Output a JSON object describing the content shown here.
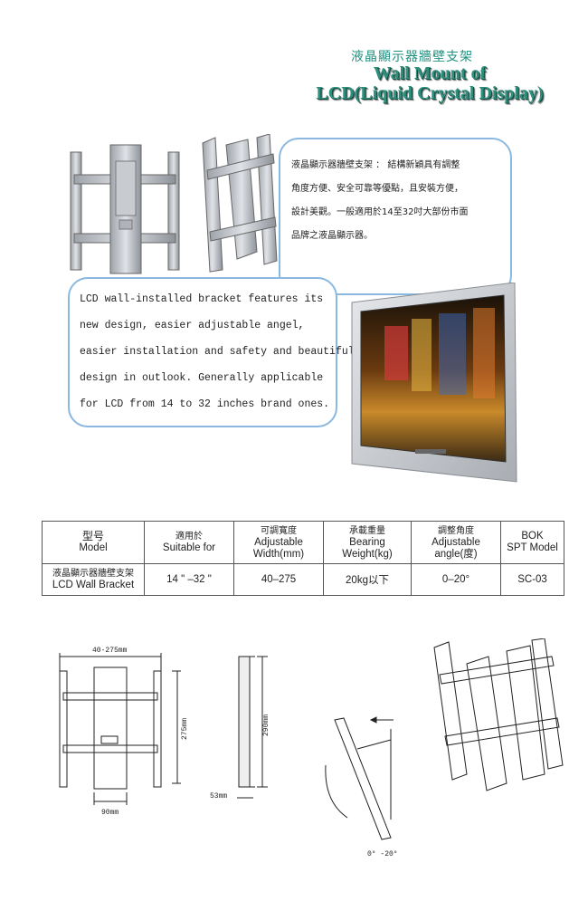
{
  "header": {
    "title_cn": "液晶顯示器牆壁支架",
    "title_en_line1": "Wall Mount of",
    "title_en_line2": "LCD(Liquid Crystal Display)"
  },
  "description_cn": [
    "液晶顯示器牆壁支架 ： 結構新穎具有調整",
    "角度方便、安全可靠等優點，且安裝方便，",
    "設計美觀。一般適用於14至32吋大部份市面",
    "品牌之液晶顯示器。"
  ],
  "description_en": [
    "LCD wall-installed bracket features its",
    "new design, easier adjustable angel,",
    "easier installation and safety and beautiful",
    "design in outlook. Generally applicable",
    "for LCD from 14 to 32 inches brand ones."
  ],
  "table": {
    "headers": [
      {
        "cn": "型号",
        "en": "Model"
      },
      {
        "cn": "適用於",
        "en": "Suitable for"
      },
      {
        "cn": "可調寬度",
        "en1": "Adjustable",
        "en2": "Width(mm)"
      },
      {
        "cn": "承載重量",
        "en1": "Bearing",
        "en2": "Weight(kg)"
      },
      {
        "cn": "調整角度",
        "en1": "Adjustable",
        "en2": "angle(度)"
      },
      {
        "en1": "BOK",
        "en2": "SPT Model"
      }
    ],
    "row": {
      "model_cn": "液晶顯示器牆壁支架",
      "model_en": "LCD Wall Bracket",
      "suitable": "14 \" –32 \"",
      "width": "40–275",
      "weight": "20kg以下",
      "angle": "0–20°",
      "spt": "SC-03"
    }
  },
  "drawings": {
    "front_width": "40-275mm",
    "front_height": "275mm",
    "front_bottom": "90mm",
    "side_height": "290mm",
    "side_depth": "53mm",
    "tilt_range": "0° -20°"
  },
  "colors": {
    "title": "#2e8f7c",
    "box_border": "#8ab8e0"
  }
}
